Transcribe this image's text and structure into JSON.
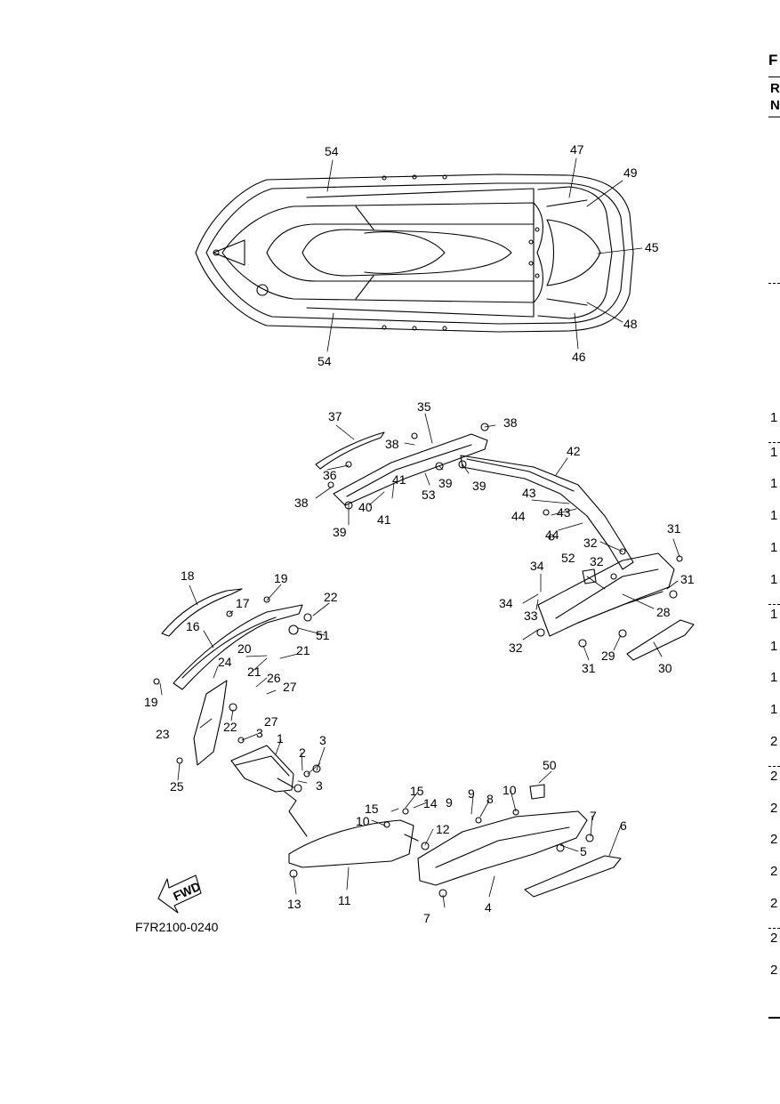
{
  "diagram": {
    "code": "F7R2100-0240",
    "fwd_label": "FWD",
    "edge_letters": [
      "F",
      "R",
      "N"
    ],
    "edge_numbers": [
      "1",
      "1",
      "1",
      "1",
      "1",
      "1",
      "1",
      "1",
      "1",
      "1",
      "2",
      "2",
      "2",
      "2",
      "2",
      "2",
      "2",
      "2"
    ],
    "callouts": [
      {
        "id": "c54a",
        "text": "54"
      },
      {
        "id": "c54b",
        "text": "54"
      },
      {
        "id": "c47",
        "text": "47"
      },
      {
        "id": "c49",
        "text": "49"
      },
      {
        "id": "c45",
        "text": "45"
      },
      {
        "id": "c48",
        "text": "48"
      },
      {
        "id": "c46",
        "text": "46"
      },
      {
        "id": "c37",
        "text": "37"
      },
      {
        "id": "c35",
        "text": "35"
      },
      {
        "id": "c38a",
        "text": "38"
      },
      {
        "id": "c38b",
        "text": "38"
      },
      {
        "id": "c38c",
        "text": "38"
      },
      {
        "id": "c36",
        "text": "36"
      },
      {
        "id": "c39a",
        "text": "39"
      },
      {
        "id": "c39b",
        "text": "39"
      },
      {
        "id": "c39c",
        "text": "39"
      },
      {
        "id": "c40",
        "text": "40"
      },
      {
        "id": "c41a",
        "text": "41"
      },
      {
        "id": "c41b",
        "text": "41"
      },
      {
        "id": "c53",
        "text": "53"
      },
      {
        "id": "c42",
        "text": "42"
      },
      {
        "id": "c43a",
        "text": "43"
      },
      {
        "id": "c43b",
        "text": "43"
      },
      {
        "id": "c44a",
        "text": "44"
      },
      {
        "id": "c44b",
        "text": "44"
      },
      {
        "id": "c31a",
        "text": "31"
      },
      {
        "id": "c31b",
        "text": "31"
      },
      {
        "id": "c31c",
        "text": "31"
      },
      {
        "id": "c32a",
        "text": "32"
      },
      {
        "id": "c32b",
        "text": "32"
      },
      {
        "id": "c32c",
        "text": "32"
      },
      {
        "id": "c52",
        "text": "52"
      },
      {
        "id": "c34a",
        "text": "34"
      },
      {
        "id": "c34b",
        "text": "34"
      },
      {
        "id": "c33",
        "text": "33"
      },
      {
        "id": "c28",
        "text": "28"
      },
      {
        "id": "c29",
        "text": "29"
      },
      {
        "id": "c30",
        "text": "30"
      },
      {
        "id": "c18",
        "text": "18"
      },
      {
        "id": "c19a",
        "text": "19"
      },
      {
        "id": "c19b",
        "text": "19"
      },
      {
        "id": "c17",
        "text": "17"
      },
      {
        "id": "c22a",
        "text": "22"
      },
      {
        "id": "c22b",
        "text": "22"
      },
      {
        "id": "c51",
        "text": "51"
      },
      {
        "id": "c16",
        "text": "16"
      },
      {
        "id": "c20",
        "text": "20"
      },
      {
        "id": "c21a",
        "text": "21"
      },
      {
        "id": "c21b",
        "text": "21"
      },
      {
        "id": "c24",
        "text": "24"
      },
      {
        "id": "c26",
        "text": "26"
      },
      {
        "id": "c27a",
        "text": "27"
      },
      {
        "id": "c27b",
        "text": "27"
      },
      {
        "id": "c23",
        "text": "23"
      },
      {
        "id": "c3a",
        "text": "3"
      },
      {
        "id": "c3b",
        "text": "3"
      },
      {
        "id": "c3c",
        "text": "3"
      },
      {
        "id": "c1",
        "text": "1"
      },
      {
        "id": "c2",
        "text": "2"
      },
      {
        "id": "c25",
        "text": "25"
      },
      {
        "id": "c50",
        "text": "50"
      },
      {
        "id": "c15a",
        "text": "15"
      },
      {
        "id": "c15b",
        "text": "15"
      },
      {
        "id": "c14",
        "text": "14"
      },
      {
        "id": "c9a",
        "text": "9"
      },
      {
        "id": "c9b",
        "text": "9"
      },
      {
        "id": "c8",
        "text": "8"
      },
      {
        "id": "c10a",
        "text": "10"
      },
      {
        "id": "c10b",
        "text": "10"
      },
      {
        "id": "c7a",
        "text": "7"
      },
      {
        "id": "c7b",
        "text": "7"
      },
      {
        "id": "c6",
        "text": "6"
      },
      {
        "id": "c12",
        "text": "12"
      },
      {
        "id": "c5",
        "text": "5"
      },
      {
        "id": "c13",
        "text": "13"
      },
      {
        "id": "c11",
        "text": "11"
      },
      {
        "id": "c4",
        "text": "4"
      }
    ]
  }
}
